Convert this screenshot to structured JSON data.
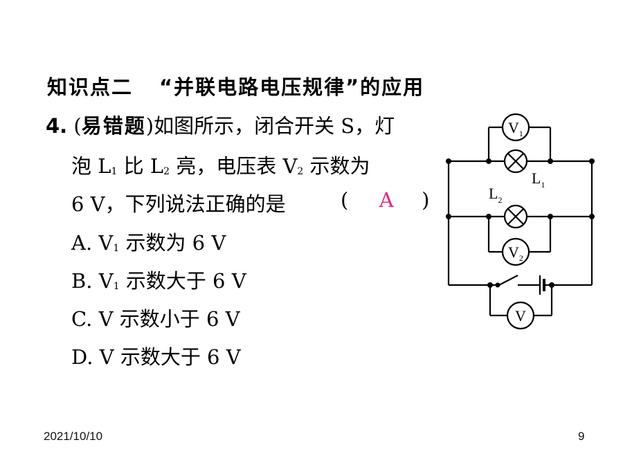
{
  "heading": {
    "part1": "知识点二",
    "part2": "“并联电路电压规律”的应用"
  },
  "question": {
    "number": "4.",
    "tag_open": "(",
    "tag": "易错题",
    "tag_close": ")",
    "line1_text": "如图所示，闭合开关 S，灯",
    "line2_a": "泡 L",
    "line2_sub1": "1",
    "line2_b": " 比 L",
    "line2_sub2": "2",
    "line2_c": " 亮，电压表 V",
    "line2_sub3": "2",
    "line2_d": " 示数为",
    "line3_text": "6 V，下列说法正确的是",
    "bracket_open": "(",
    "answer": "A",
    "bracket_close": ")"
  },
  "options": {
    "a_prefix": "A. V",
    "a_sub": "1",
    "a_text": " 示数为 6 V",
    "b_prefix": "B. V",
    "b_sub": "1",
    "b_text": " 示数大于 6 V",
    "c_text": "C. V 示数小于 6 V",
    "d_text": "D. V 示数大于 6 V"
  },
  "diagram": {
    "meter_v1": "V",
    "meter_v1_sub": "1",
    "lamp_l1": "L",
    "lamp_l1_sub": "1",
    "lamp_l2": "L",
    "lamp_l2_sub": "2",
    "meter_v2": "V",
    "meter_v2_sub": "2",
    "meter_v": "V"
  },
  "footer": {
    "date": "2021/10/10",
    "page": "9"
  }
}
